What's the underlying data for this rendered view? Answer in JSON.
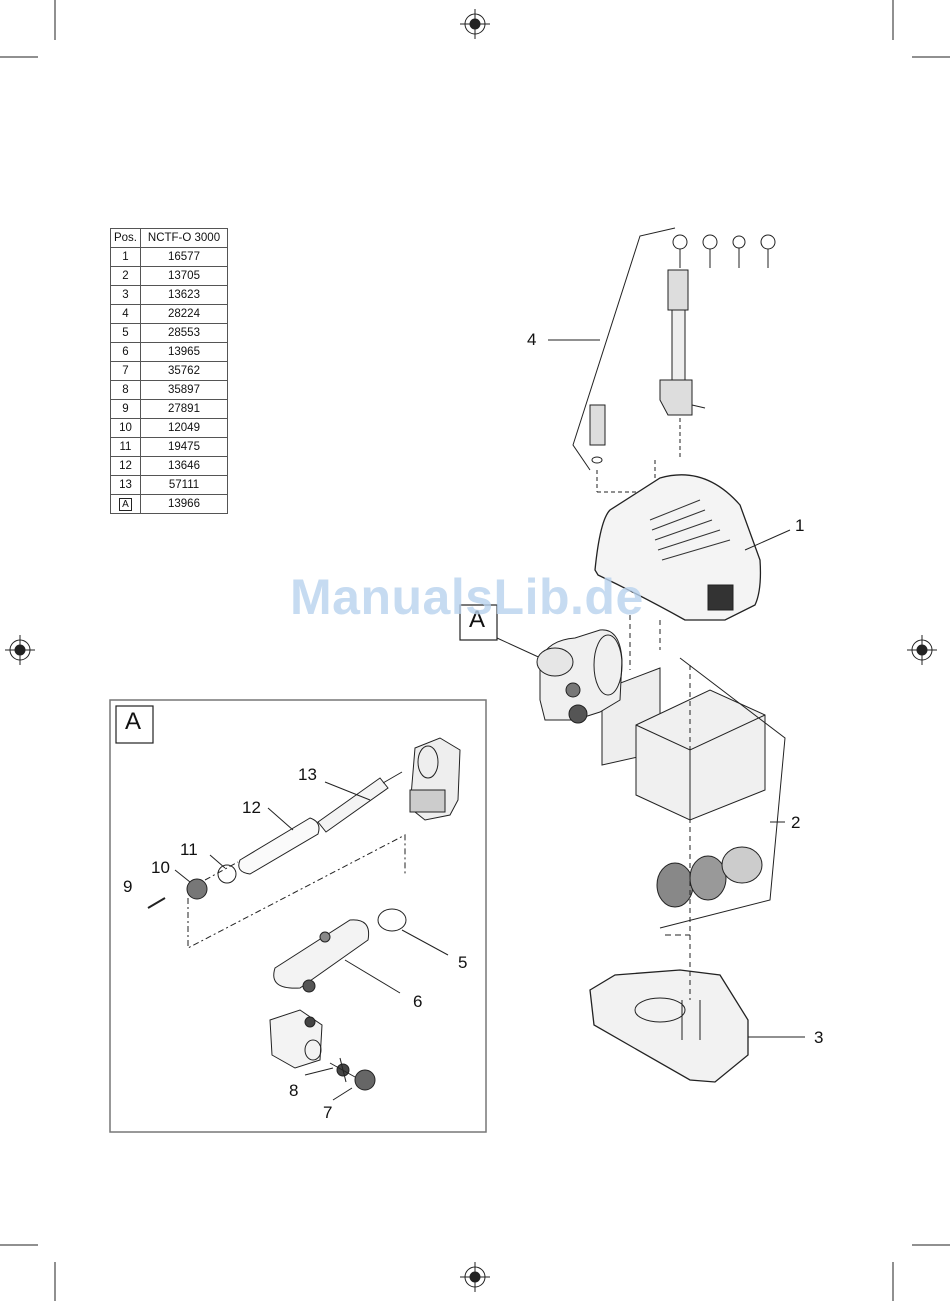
{
  "table": {
    "header": {
      "pos": "Pos.",
      "model": "NCTF-O 3000"
    },
    "rows": [
      {
        "pos": "1",
        "part": "16577"
      },
      {
        "pos": "2",
        "part": "13705"
      },
      {
        "pos": "3",
        "part": "13623"
      },
      {
        "pos": "4",
        "part": "28224"
      },
      {
        "pos": "5",
        "part": "28553"
      },
      {
        "pos": "6",
        "part": "13965"
      },
      {
        "pos": "7",
        "part": "35762"
      },
      {
        "pos": "8",
        "part": "35897"
      },
      {
        "pos": "9",
        "part": "27891"
      },
      {
        "pos": "10",
        "part": "12049"
      },
      {
        "pos": "11",
        "part": "19475"
      },
      {
        "pos": "12",
        "part": "13646"
      },
      {
        "pos": "13",
        "part": "57111"
      },
      {
        "pos": "A",
        "part": "13966"
      }
    ]
  },
  "detail": {
    "title": "A"
  },
  "callout": {
    "label": "A"
  },
  "labels": {
    "l1": "1",
    "l2": "2",
    "l3": "3",
    "l4": "4",
    "l5": "5",
    "l6": "6",
    "l7": "7",
    "l8": "8",
    "l9": "9",
    "l10": "10",
    "l11": "11",
    "l12": "12",
    "l13": "13"
  },
  "watermark": "ManualsLib.de"
}
